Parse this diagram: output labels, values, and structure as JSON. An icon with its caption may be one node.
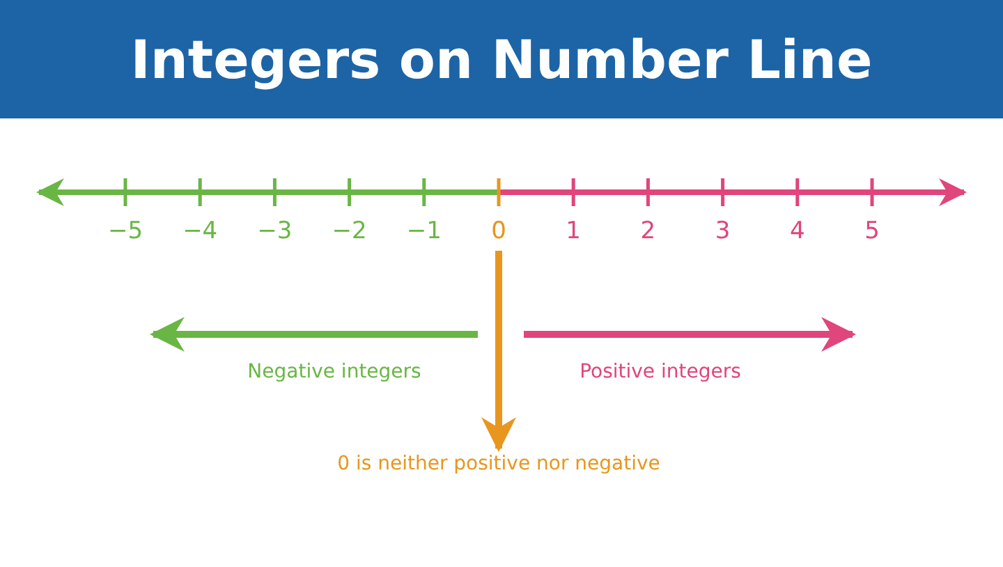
{
  "diagram": {
    "title": "Integers on Number Line",
    "nodes": [
      {
        "text": [
          "0"
        ]
      },
      {
        "text": [
          "0 is neither positive nor negative"
        ]
      }
    ],
    "edges": [
      {
        "from": 0,
        "to": 1,
        "arrow": "to"
      }
    ],
    "labels": [
      "−5",
      "−4",
      "−3",
      "−2",
      "−1",
      "1",
      "2",
      "3",
      "4",
      "5",
      "Negative integers",
      "Positive integers"
    ]
  }
}
